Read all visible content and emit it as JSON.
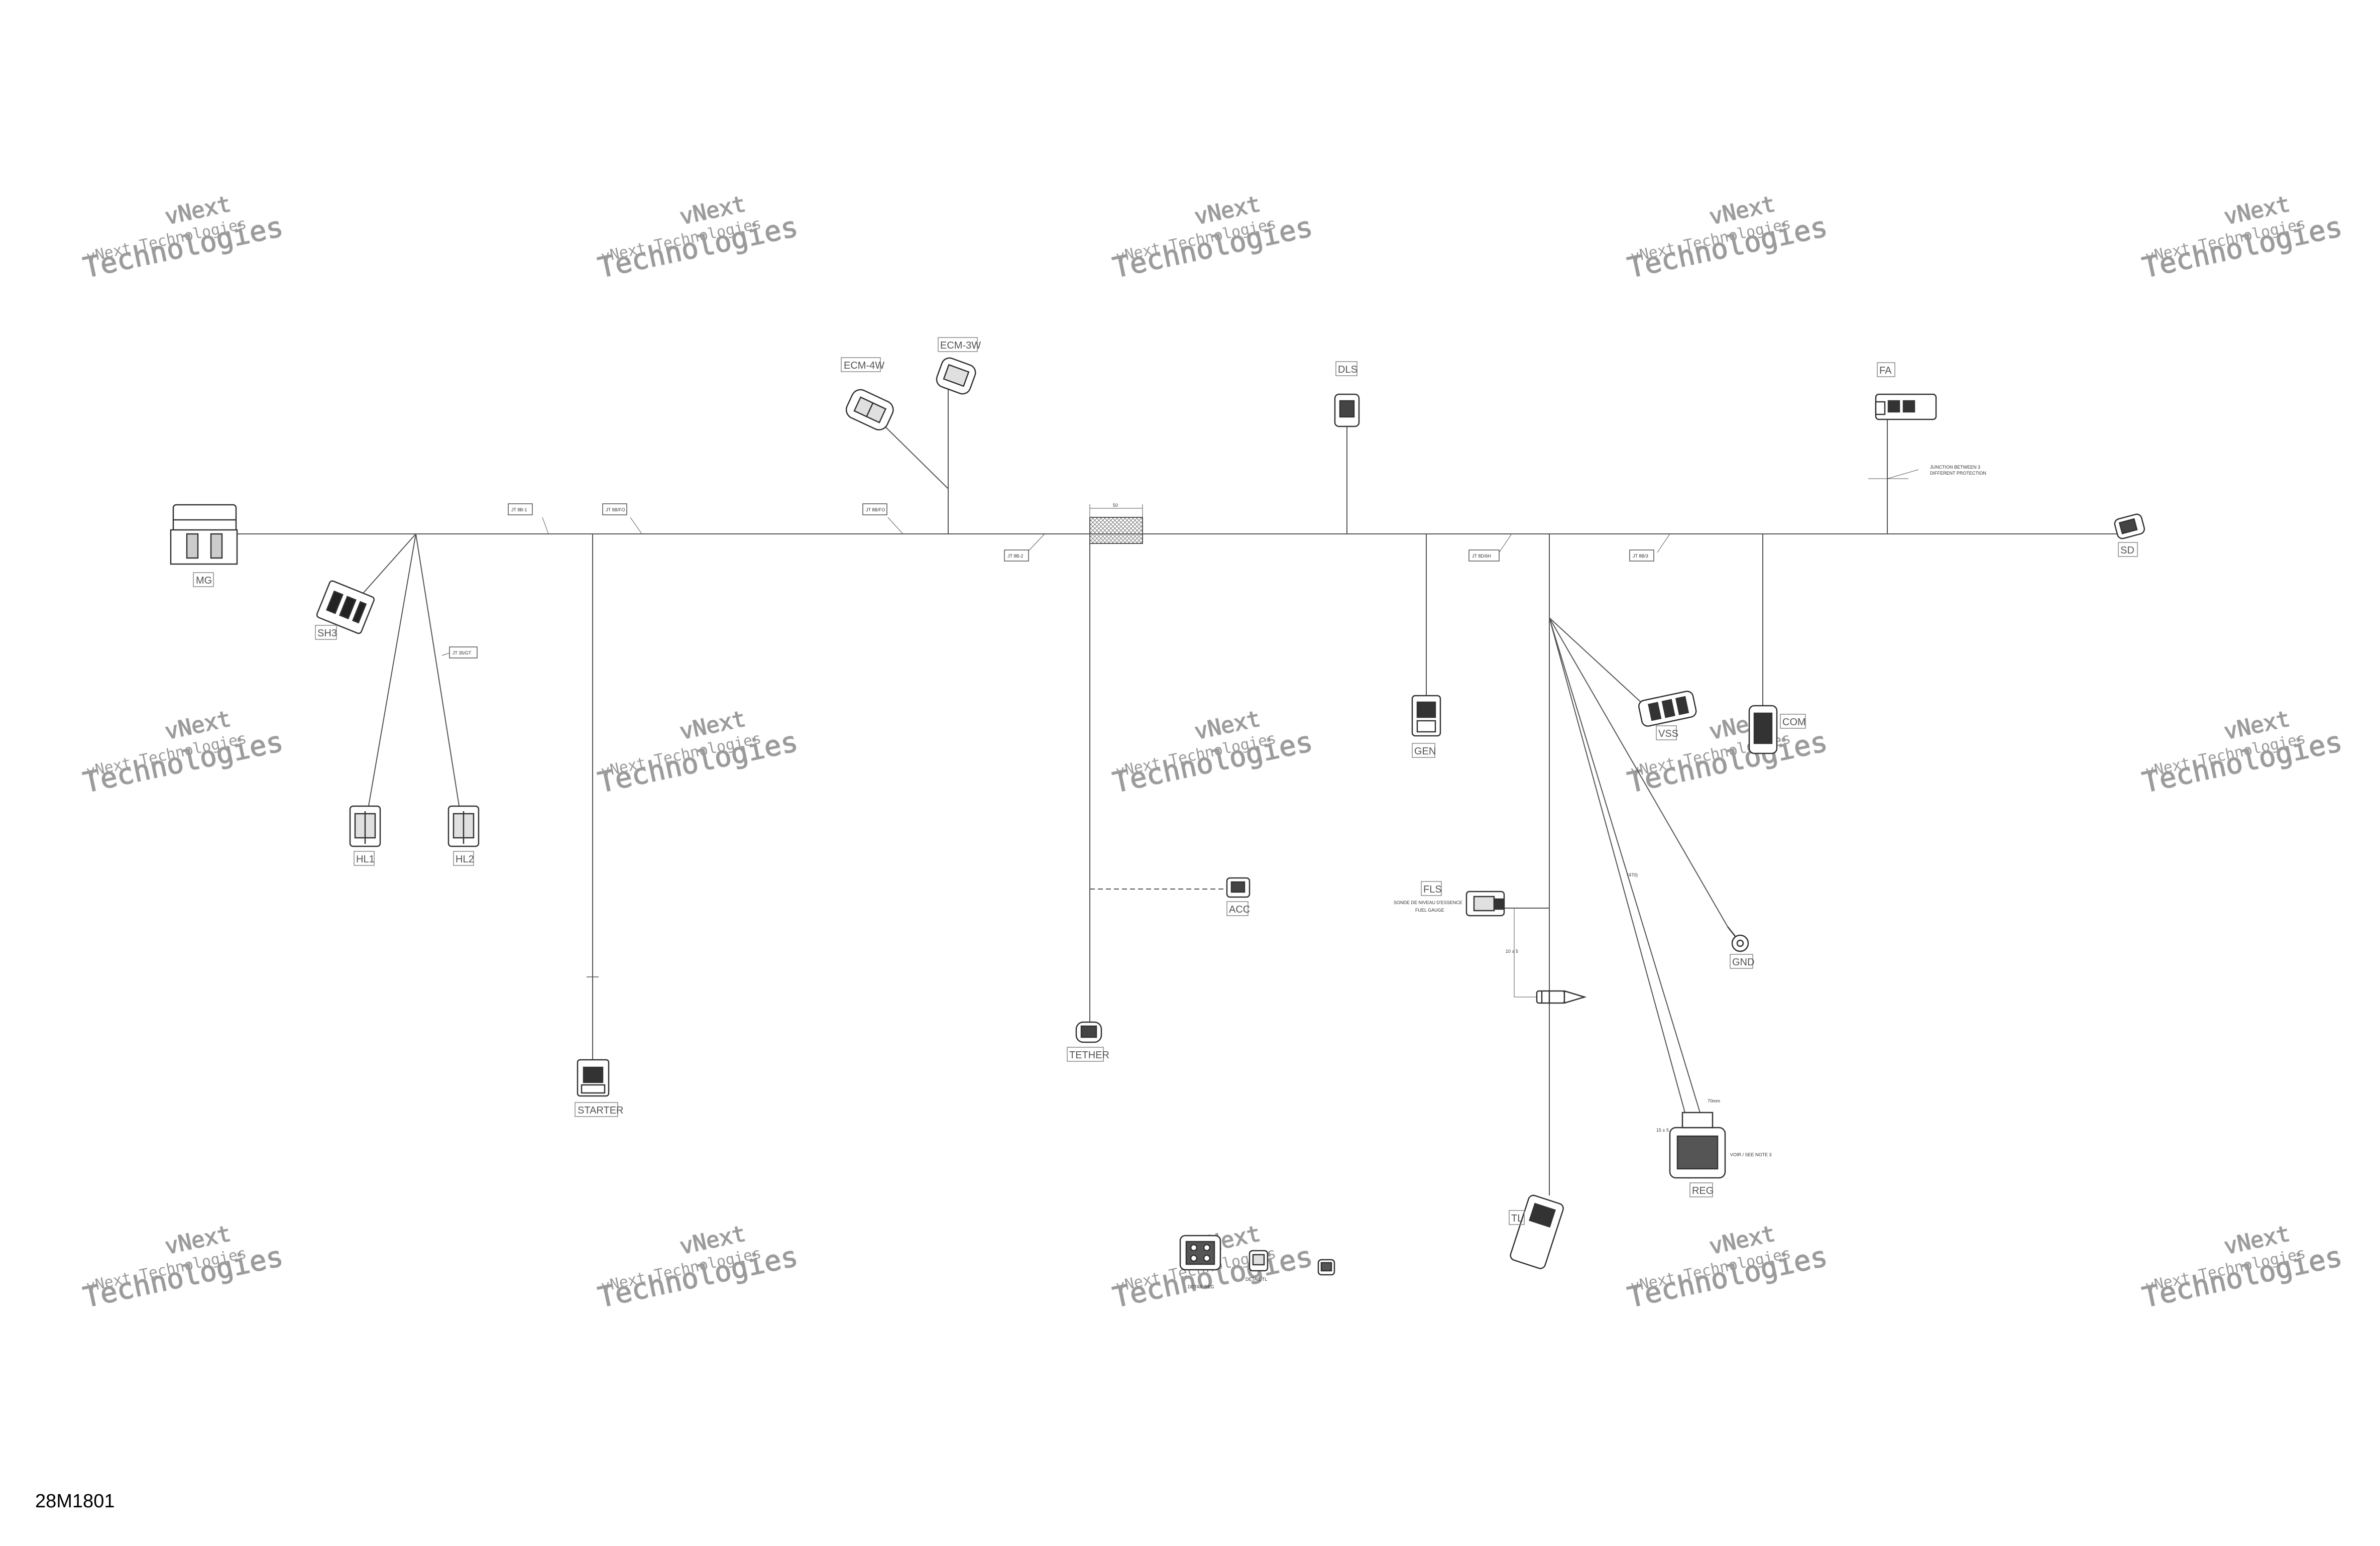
{
  "document_id": "28M1801",
  "watermark": {
    "line1": "vNext Technologies",
    "line2": "vNext",
    "line3": "Technologies"
  },
  "connectors": [
    {
      "id": "MG",
      "label": "MG"
    },
    {
      "id": "SH3",
      "label": "SH3"
    },
    {
      "id": "HL1",
      "label": "HL1"
    },
    {
      "id": "HL2",
      "label": "HL2"
    },
    {
      "id": "STARTER",
      "label": "STARTER"
    },
    {
      "id": "ECM-4W",
      "label": "ECM-4W"
    },
    {
      "id": "ECM-3W",
      "label": "ECM-3W"
    },
    {
      "id": "TETHER",
      "label": "TETHER"
    },
    {
      "id": "ACC",
      "label": "ACC"
    },
    {
      "id": "DLS",
      "label": "DLS"
    },
    {
      "id": "GEN",
      "label": "GEN"
    },
    {
      "id": "FLS",
      "label": "FLS"
    },
    {
      "id": "VSS",
      "label": "VSS"
    },
    {
      "id": "COM",
      "label": "COM"
    },
    {
      "id": "GND",
      "label": "GND"
    },
    {
      "id": "REG",
      "label": "REG"
    },
    {
      "id": "TL",
      "label": "TL"
    },
    {
      "id": "FA",
      "label": "FA"
    },
    {
      "id": "SD",
      "label": "SD"
    }
  ],
  "notes": {
    "fls_fr": "SONDE DE NIVEAU D'ESSENCE",
    "fls_en": "FUEL GAUGE",
    "fa_note1": "JUNCTION BETWEEN 3",
    "fa_note2": "DIFFERENT PROTECTION",
    "reg_note": "VOIR / SEE NOTE 3",
    "reg_dim1": "70mm",
    "reg_dim2": "15 ± 5",
    "fls_dim": "10 ± 5",
    "gnd_dim": "(470)",
    "tape_dim": "50",
    "detail_a": "DETAIL REG",
    "detail_b": "DETAIL TL"
  },
  "wire_tags": {
    "t1": "JT 8B-1",
    "t2": "JT 9B/FO",
    "t3": "JT 8B/FO",
    "t4": "JT 8B-2",
    "t5": "JT 8D/6H",
    "t6": "JT 8B/3",
    "t7": "JT 35/GT"
  }
}
